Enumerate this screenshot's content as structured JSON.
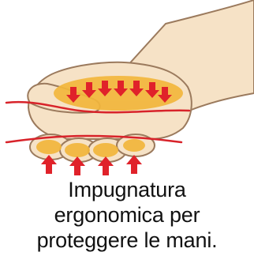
{
  "illustration": {
    "subject": "hand-gripping-handle-icon",
    "colors": {
      "skin": "#f6e2c6",
      "outline": "#9b7a5d",
      "pressure_zone": "#f2b63c",
      "arrow": "#e0222a",
      "grip_line": "#d8232a"
    }
  },
  "caption": {
    "lines": [
      "Impugnatura",
      "ergonomica per",
      "proteggere le mani."
    ]
  }
}
